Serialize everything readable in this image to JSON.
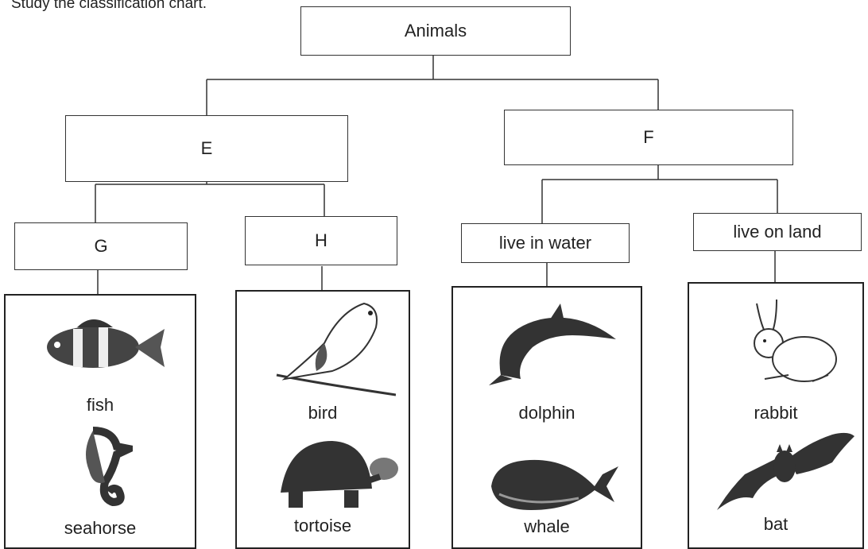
{
  "instruction": "Study the classification chart.",
  "root": "Animals",
  "level2": {
    "left": "E",
    "right": "F"
  },
  "level3": [
    "G",
    "H",
    "live in water",
    "live on land"
  ],
  "groups": [
    {
      "top_animal": "fish",
      "bottom_animal": "seahorse"
    },
    {
      "top_animal": "bird",
      "bottom_animal": "tortoise"
    },
    {
      "top_animal": "dolphin",
      "bottom_animal": "whale"
    },
    {
      "top_animal": "rabbit",
      "bottom_animal": "bat"
    }
  ]
}
